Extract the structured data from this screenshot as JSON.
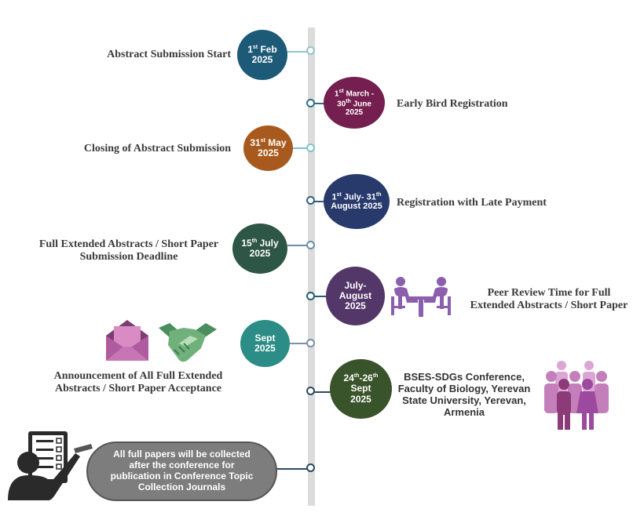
{
  "colors": {
    "spine": "#dcdcdc",
    "navy": "#1d5a78",
    "maroon": "#751e50",
    "brown": "#a85a1e",
    "darknavy": "#283a6c",
    "darkgreen": "#2e5646",
    "purple": "#533769",
    "teal": "#2c8c86",
    "olive": "#39532a",
    "grey": "#7d7d7d"
  },
  "events": [
    {
      "date1": "1",
      "sup1": "st",
      "date1b": " Feb",
      "date2": "2025",
      "label": "Abstract Submission Start"
    },
    {
      "date1": "1",
      "sup1": "st",
      "date1b": " March -",
      "date2": "30",
      "sup2": "th",
      "date2b": " June",
      "date3": "2025",
      "label": "Early Bird Registration"
    },
    {
      "date1": "31",
      "sup1": "st",
      "date1b": " May",
      "date2": "2025",
      "label": "Closing of Abstract Submission"
    },
    {
      "date1": "1",
      "sup1": "st",
      "date1b": " July- 31",
      "sup1b": "th",
      "date2": "August 2025",
      "label": "Registration with Late Payment"
    },
    {
      "date1": "15",
      "sup1": "th",
      "date1b": " July",
      "date2": "2025",
      "label_l1": "Full Extended Abstracts / Short Paper",
      "label_l2": "Submission Deadline"
    },
    {
      "date1": "July-",
      "date2": "August",
      "date3": "2025",
      "label_l1": "Peer Review Time for Full",
      "label_l2": "Extended Abstracts / Short Paper"
    },
    {
      "date1": "Sept",
      "date2": "2025",
      "label_l1": "Announcement of All  Full Extended",
      "label_l2": "Abstracts / Short Paper Acceptance"
    },
    {
      "date1": "24",
      "sup1": "th",
      "date1b": "-26",
      "sup1b": "th",
      "date2": "Sept",
      "date3": "2025",
      "label_l1": "BSES-SDGs Conference,",
      "label_l2": "Faculty of Biology, Yerevan",
      "label_l3": "State University, Yerevan,",
      "label_l4": "Armenia"
    }
  ],
  "final": {
    "l1": "All full papers will be collected",
    "l2": "after the conference for",
    "l3": "publication in Conference Topic",
    "l4": "Collection Journals"
  },
  "icons": [
    "envelope-icon",
    "handshake-icon",
    "meeting-icon",
    "people-group-icon",
    "checklist-person-icon"
  ]
}
